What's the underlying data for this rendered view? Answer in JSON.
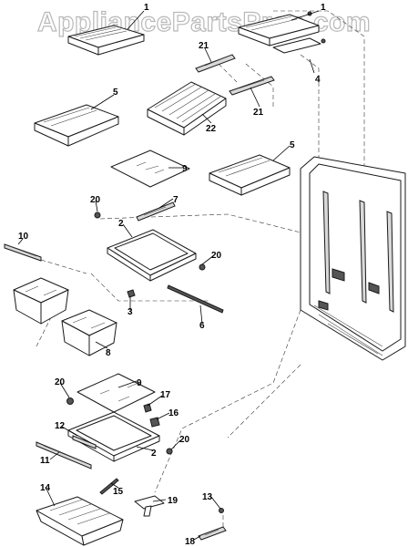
{
  "watermark": "AppliancePartsPros.com",
  "callouts": [
    {
      "id": "c1a",
      "label": "1"
    },
    {
      "id": "c1b",
      "label": "1"
    },
    {
      "id": "c4",
      "label": "4"
    },
    {
      "id": "c21a",
      "label": "21"
    },
    {
      "id": "c21b",
      "label": "21"
    },
    {
      "id": "c22",
      "label": "22"
    },
    {
      "id": "c5a",
      "label": "5"
    },
    {
      "id": "c5b",
      "label": "5"
    },
    {
      "id": "c9a",
      "label": "9"
    },
    {
      "id": "c7",
      "label": "7"
    },
    {
      "id": "c20a",
      "label": "20"
    },
    {
      "id": "c2a",
      "label": "2"
    },
    {
      "id": "c10",
      "label": "10"
    },
    {
      "id": "c20b",
      "label": "20"
    },
    {
      "id": "c3",
      "label": "3"
    },
    {
      "id": "c6",
      "label": "6"
    },
    {
      "id": "c8",
      "label": "8"
    },
    {
      "id": "c20c",
      "label": "20"
    },
    {
      "id": "c9b",
      "label": "9"
    },
    {
      "id": "c17",
      "label": "17"
    },
    {
      "id": "c16",
      "label": "16"
    },
    {
      "id": "c12",
      "label": "12"
    },
    {
      "id": "c2b",
      "label": "2"
    },
    {
      "id": "c20d",
      "label": "20"
    },
    {
      "id": "c11",
      "label": "11"
    },
    {
      "id": "c14",
      "label": "14"
    },
    {
      "id": "c15",
      "label": "15"
    },
    {
      "id": "c19",
      "label": "19"
    },
    {
      "id": "c13",
      "label": "13"
    },
    {
      "id": "c18",
      "label": "18"
    }
  ]
}
